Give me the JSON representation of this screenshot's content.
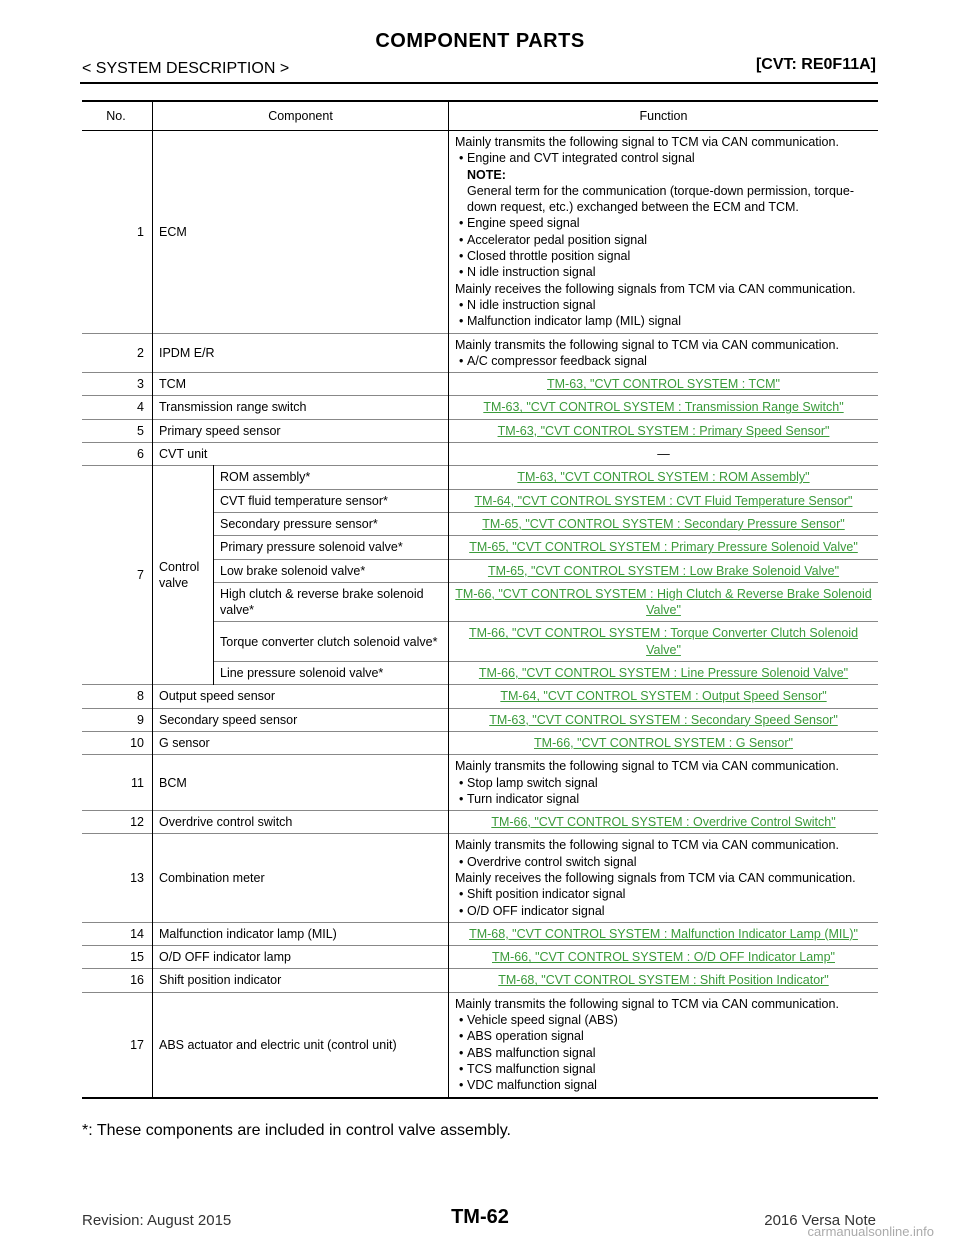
{
  "header": {
    "title": "COMPONENT PARTS",
    "section": "< SYSTEM DESCRIPTION >",
    "model_code": "[CVT: RE0F11A]"
  },
  "table": {
    "columns": [
      "No.",
      "Component",
      "Function"
    ],
    "rows": [
      {
        "no": "1",
        "component": "ECM",
        "function_lines": {
          "intro": "Mainly transmits the following signal to TCM via CAN communication.",
          "item1": "Engine and CVT integrated control signal",
          "note_label": "NOTE:",
          "note_text": "General term for the communication (torque-down permission, torque-down request, etc.) exchanged between the ECM and TCM.",
          "item2": "Engine speed signal",
          "item3": "Accelerator pedal position signal",
          "item4": "Closed throttle position signal",
          "item5": "N idle instruction signal",
          "intro2": "Mainly receives the following signals from TCM via CAN communication.",
          "item6": "N idle instruction signal",
          "item7": "Malfunction indicator lamp (MIL) signal"
        }
      },
      {
        "no": "2",
        "component": "IPDM E/R",
        "function_intro": "Mainly transmits the following signal to TCM via CAN communication.",
        "function_item": "A/C compressor feedback signal"
      },
      {
        "no": "3",
        "component": "TCM",
        "link": "TM-63, \"CVT CONTROL SYSTEM : TCM\""
      },
      {
        "no": "4",
        "component": "Transmission range switch",
        "link": "TM-63, \"CVT CONTROL SYSTEM : Transmission Range Switch\""
      },
      {
        "no": "5",
        "component": "Primary speed sensor",
        "link": "TM-63, \"CVT CONTROL SYSTEM : Primary Speed Sensor\""
      },
      {
        "no": "6",
        "component": "CVT unit",
        "function": "—"
      },
      {
        "no": "7",
        "component": "Control valve",
        "subs": [
          {
            "name": "ROM assembly*",
            "link": "TM-63, \"CVT CONTROL SYSTEM : ROM Assembly\""
          },
          {
            "name": "CVT fluid temperature sensor*",
            "link": "TM-64, \"CVT CONTROL SYSTEM : CVT Fluid Temperature Sensor\""
          },
          {
            "name": "Secondary pressure sensor*",
            "link": "TM-65, \"CVT CONTROL SYSTEM : Secondary Pressure Sensor\""
          },
          {
            "name": "Primary pressure solenoid valve*",
            "link": "TM-65, \"CVT CONTROL SYSTEM : Primary Pressure Solenoid Valve\""
          },
          {
            "name": "Low brake solenoid valve*",
            "link": "TM-65, \"CVT CONTROL SYSTEM : Low Brake Solenoid Valve\""
          },
          {
            "name": "High clutch & reverse brake solenoid valve*",
            "link": "TM-66, \"CVT CONTROL SYSTEM : High Clutch & Reverse Brake Solenoid Valve\""
          },
          {
            "name": "Torque converter clutch solenoid valve*",
            "link": "TM-66, \"CVT CONTROL SYSTEM : Torque Converter Clutch Solenoid Valve\""
          },
          {
            "name": "Line pressure solenoid valve*",
            "link": "TM-66, \"CVT CONTROL SYSTEM : Line Pressure Solenoid Valve\""
          }
        ]
      },
      {
        "no": "8",
        "component": "Output speed sensor",
        "link": "TM-64, \"CVT CONTROL SYSTEM : Output Speed Sensor\""
      },
      {
        "no": "9",
        "component": "Secondary speed sensor",
        "link": "TM-63, \"CVT CONTROL SYSTEM : Secondary Speed Sensor\""
      },
      {
        "no": "10",
        "component": "G sensor",
        "link": "TM-66, \"CVT CONTROL SYSTEM : G Sensor\""
      },
      {
        "no": "11",
        "component": "BCM",
        "function_intro": "Mainly transmits the following signal to TCM via CAN communication.",
        "items": [
          "Stop lamp switch signal",
          "Turn indicator signal"
        ]
      },
      {
        "no": "12",
        "component": "Overdrive control switch",
        "link": "TM-66, \"CVT CONTROL SYSTEM : Overdrive Control Switch\""
      },
      {
        "no": "13",
        "component": "Combination meter",
        "function_intro": "Mainly transmits the following signal to TCM via CAN communication.",
        "item_a": "Overdrive control switch signal",
        "function_intro2": "Mainly receives the following signals from TCM via CAN communication.",
        "item_b": "Shift position indicator signal",
        "item_c": "O/D OFF indicator signal"
      },
      {
        "no": "14",
        "component": "Malfunction indicator lamp (MIL)",
        "link": "TM-68, \"CVT CONTROL SYSTEM : Malfunction Indicator Lamp (MIL)\""
      },
      {
        "no": "15",
        "component": "O/D OFF indicator lamp",
        "link": "TM-66, \"CVT CONTROL SYSTEM : O/D OFF Indicator Lamp\""
      },
      {
        "no": "16",
        "component": "Shift position indicator",
        "link": "TM-68, \"CVT CONTROL SYSTEM : Shift Position Indicator\""
      },
      {
        "no": "17",
        "component": "ABS actuator and electric unit (control unit)",
        "function_intro": "Mainly transmits the following signal to TCM via CAN communication.",
        "items": [
          "Vehicle speed signal (ABS)",
          "ABS operation signal",
          "ABS malfunction signal",
          "TCS malfunction signal",
          "VDC malfunction signal"
        ]
      }
    ]
  },
  "footnote": "*: These components are included in control valve assembly.",
  "footer": {
    "page": "TM-62",
    "revision": "Revision: August 2015",
    "model": "2016 Versa Note",
    "watermark": "carmanualsonline.info"
  }
}
